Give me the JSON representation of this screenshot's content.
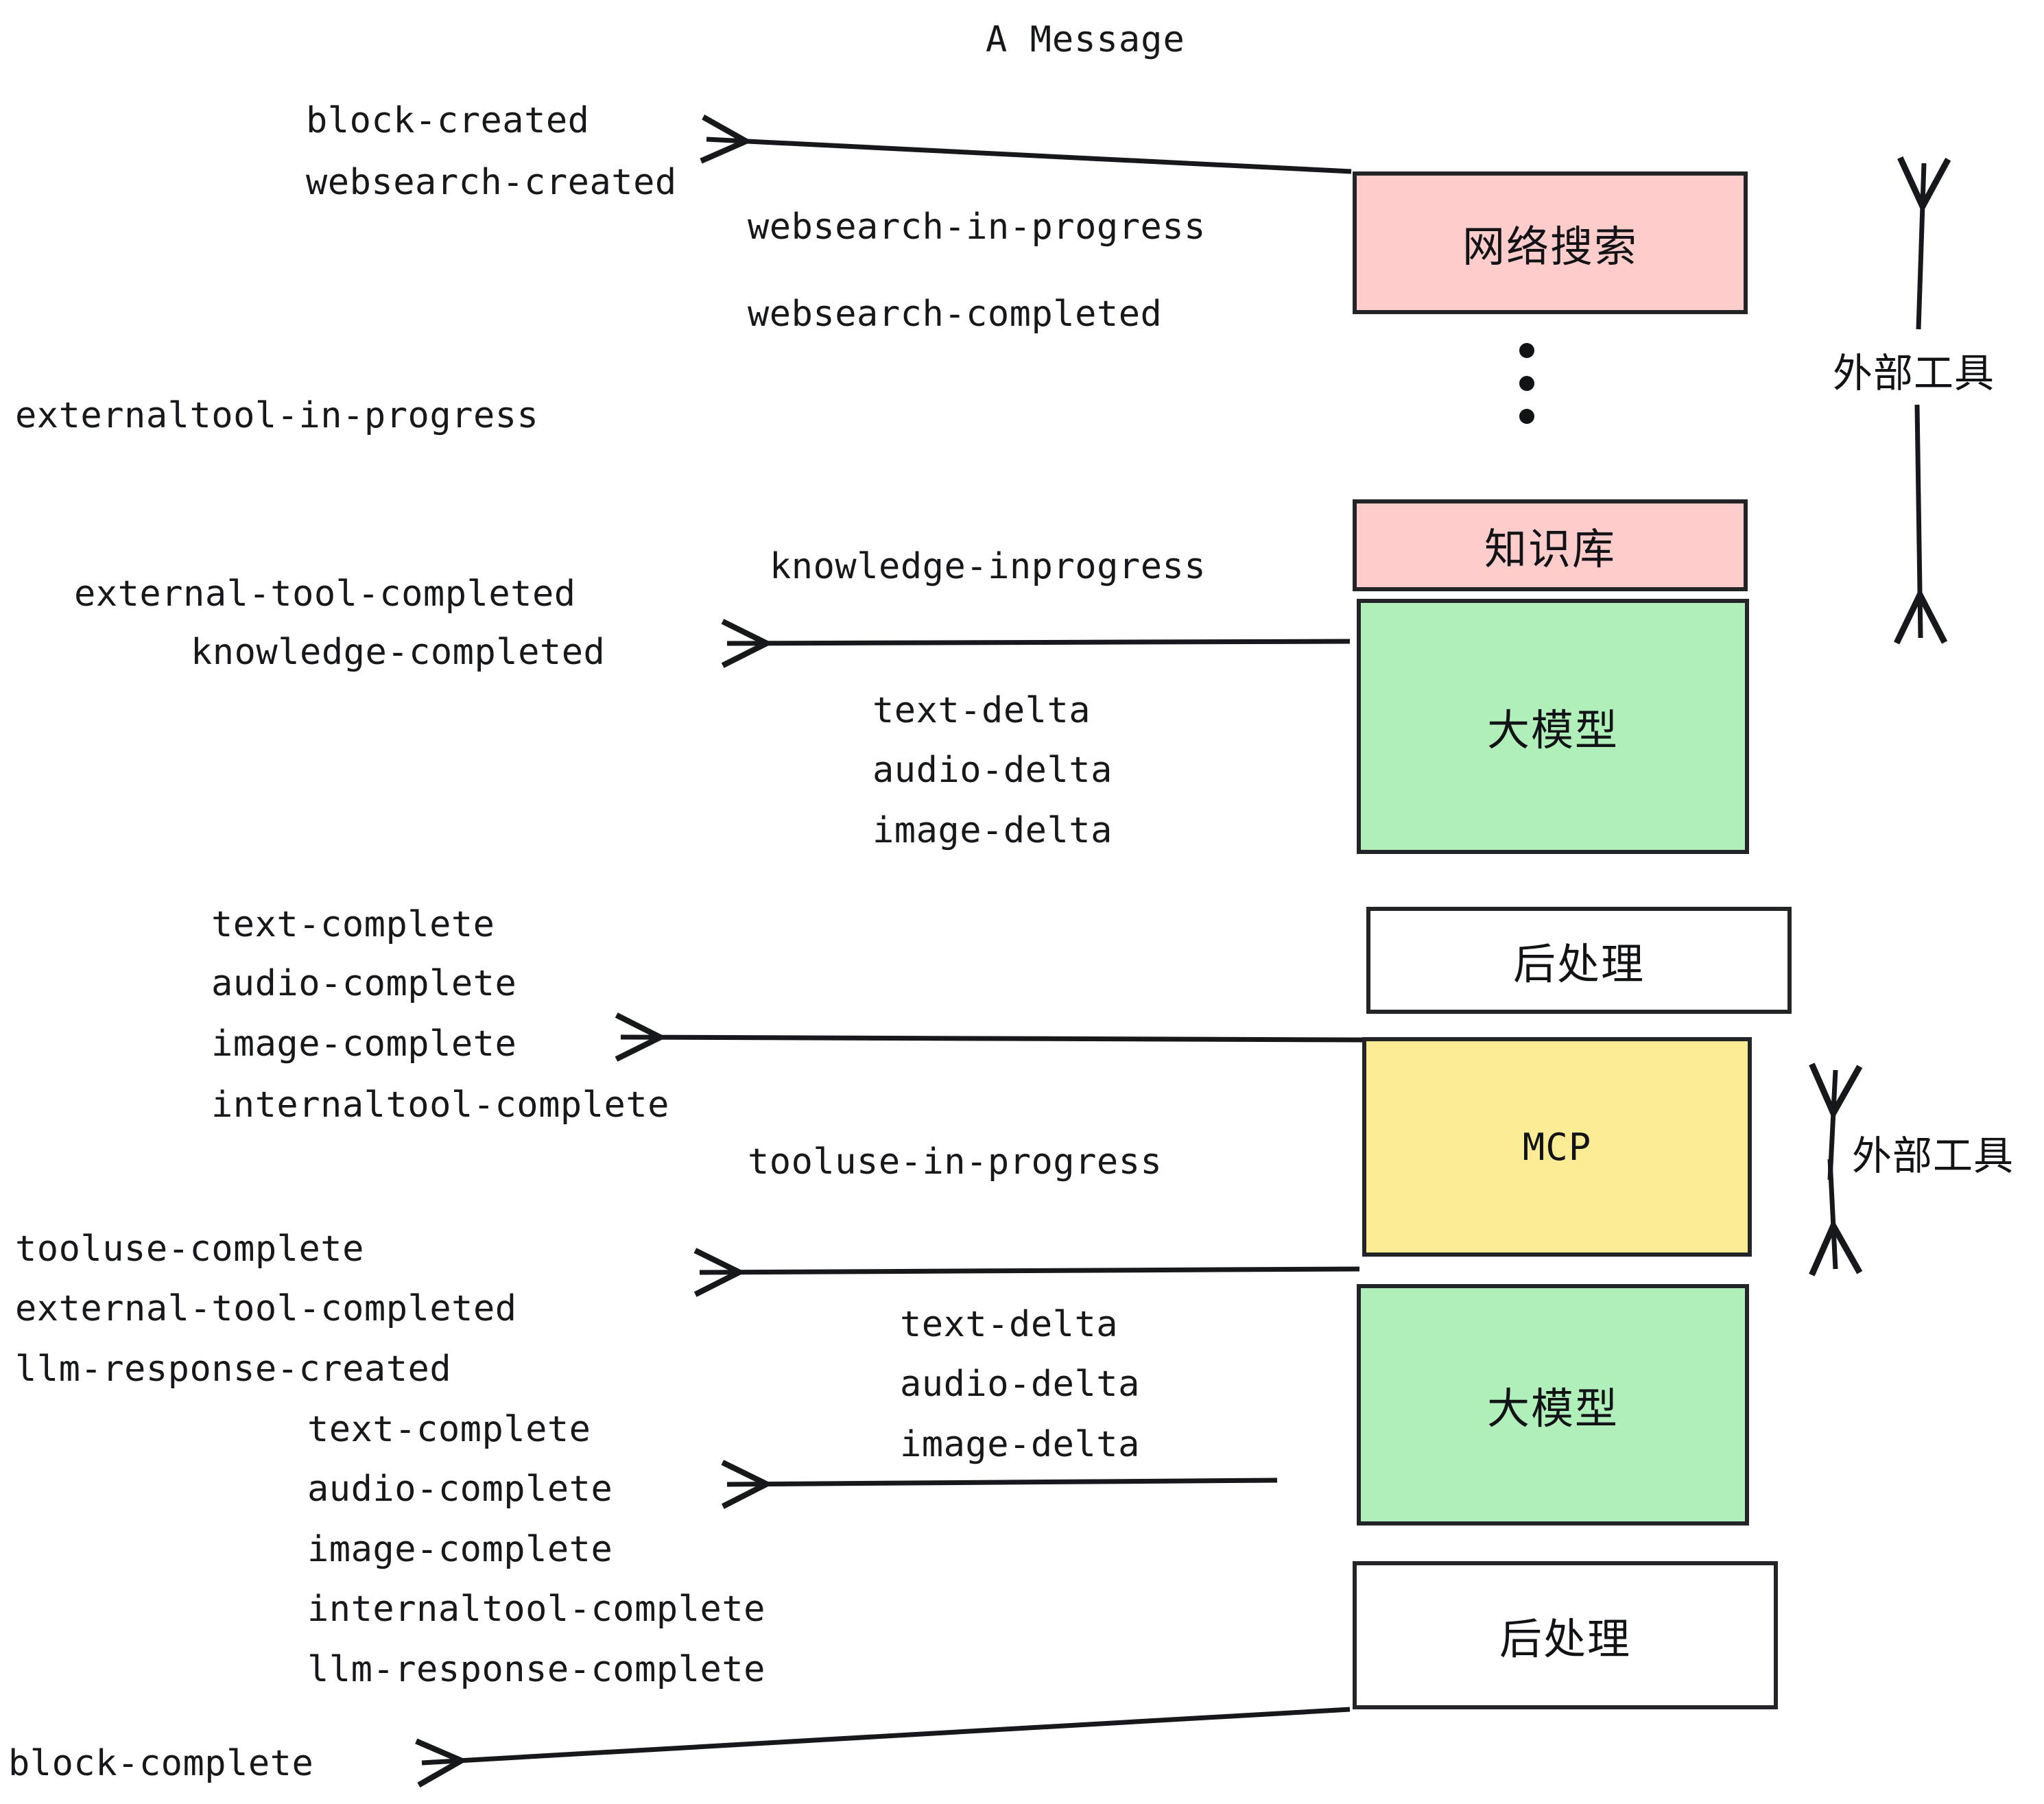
{
  "title": "A Message",
  "colors": {
    "pink": "#FFCCCC",
    "green": "#B0EFB9",
    "yellow": "#FCEB95",
    "white": "#FFFFFF",
    "stroke": "#222428",
    "text": "#16181C"
  },
  "boxes": [
    {
      "label": "网络搜索",
      "fill": "#FFCCCC"
    },
    {
      "label": "知识库",
      "fill": "#FFCCCC"
    },
    {
      "label": "大模型",
      "fill": "#B0EFB9"
    },
    {
      "label": "后处理",
      "fill": "#FFFFFF"
    },
    {
      "label": "MCP",
      "fill": "#FCEB95"
    },
    {
      "label": "大模型",
      "fill": "#B0EFB9"
    },
    {
      "label": "后处理",
      "fill": "#FFFFFF"
    }
  ],
  "side_labels": [
    {
      "label": "外部工具"
    },
    {
      "label": "外部工具"
    }
  ],
  "events": [
    {
      "id": "e01",
      "text": "block-created"
    },
    {
      "id": "e02",
      "text": "websearch-created"
    },
    {
      "id": "e03",
      "text": "websearch-in-progress"
    },
    {
      "id": "e04",
      "text": "websearch-completed"
    },
    {
      "id": "e05",
      "text": "externaltool-in-progress"
    },
    {
      "id": "e06",
      "text": "knowledge-inprogress"
    },
    {
      "id": "e07",
      "text": "external-tool-completed"
    },
    {
      "id": "e08",
      "text": "knowledge-completed"
    },
    {
      "id": "e09",
      "text": "text-delta"
    },
    {
      "id": "e10",
      "text": "audio-delta"
    },
    {
      "id": "e11",
      "text": "image-delta"
    },
    {
      "id": "e12",
      "text": "text-complete"
    },
    {
      "id": "e13",
      "text": "audio-complete"
    },
    {
      "id": "e14",
      "text": "image-complete"
    },
    {
      "id": "e15",
      "text": "internaltool-complete"
    },
    {
      "id": "e16",
      "text": "tooluse-in-progress"
    },
    {
      "id": "e17",
      "text": "tooluse-complete"
    },
    {
      "id": "e18",
      "text": "external-tool-completed"
    },
    {
      "id": "e19",
      "text": "llm-response-created"
    },
    {
      "id": "e20",
      "text": "text-delta"
    },
    {
      "id": "e21",
      "text": "audio-delta"
    },
    {
      "id": "e22",
      "text": "image-delta"
    },
    {
      "id": "e23",
      "text": "text-complete"
    },
    {
      "id": "e24",
      "text": "audio-complete"
    },
    {
      "id": "e25",
      "text": "image-complete"
    },
    {
      "id": "e26",
      "text": "internaltool-complete"
    },
    {
      "id": "e27",
      "text": "llm-response-complete"
    },
    {
      "id": "e28",
      "text": "block-complete"
    }
  ]
}
